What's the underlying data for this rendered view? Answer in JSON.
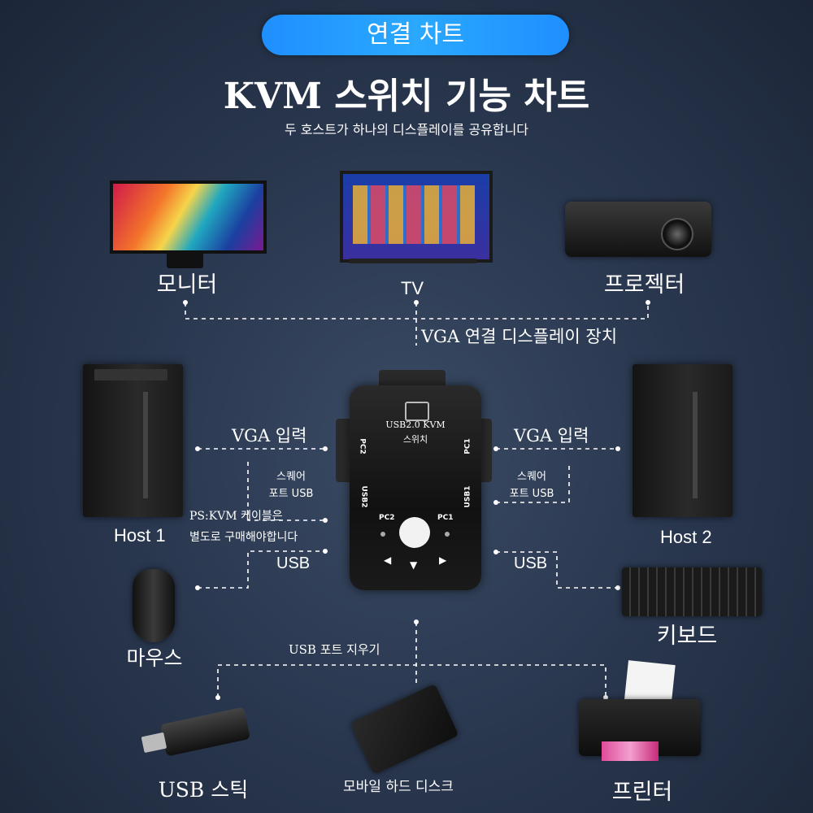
{
  "header": {
    "pill_text": "연결 차트",
    "title": "KVM 스위치 기능 차트",
    "subtitle": "두 호스트가 하나의 디스플레이를 공유합니다"
  },
  "displays": {
    "monitor": "모니터",
    "tv": "TV",
    "projector": "프로젝터",
    "caption": "VGA 연결 디스플레이 장치"
  },
  "kvm": {
    "label_line1": "USB2.0 KVM",
    "label_line2": "스위치",
    "port_pc2": "PC2",
    "port_pc1": "PC1",
    "port_usb2": "USB2",
    "port_usb1": "USB1"
  },
  "left": {
    "host": "Host 1",
    "vga_in": "VGA 입력",
    "square_line1": "스퀘어",
    "square_line2": "포트 USB",
    "usb": "USB",
    "note_line1": "PS:KVM 케이블은",
    "note_line2": "별도로 구매해야합니다",
    "mouse": "마우스"
  },
  "right": {
    "host": "Host 2",
    "vga_in": "VGA 입력",
    "square_line1": "스퀘어",
    "square_line2": "포트 USB",
    "usb": "USB",
    "keyboard": "키보드"
  },
  "bottom": {
    "caption": "USB 포트 지우기",
    "usb_stick": "USB 스틱",
    "hdd": "모바일 하드 디스크",
    "printer": "프린터"
  },
  "colors": {
    "pill": "#1f8fff",
    "background": "#2a3850",
    "connector": "#ffffff"
  }
}
